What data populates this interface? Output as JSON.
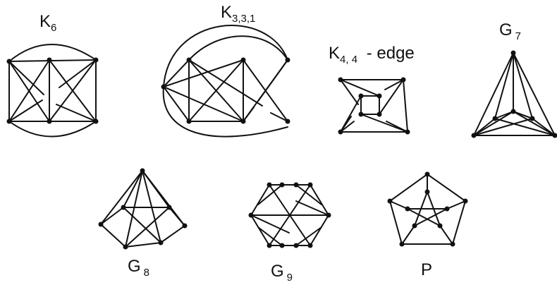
{
  "labels": {
    "k6": {
      "base": "K",
      "sub": "6"
    },
    "k331": {
      "base": "K",
      "sub": "3,3,1"
    },
    "k44": {
      "base": "K",
      "sub": "4, 4",
      "suffix": " - edge"
    },
    "g7": {
      "base": "G",
      "sub": "7"
    },
    "g8": {
      "base": "G",
      "sub": "8"
    },
    "g9": {
      "base": "G",
      "sub": "9"
    },
    "p": {
      "base": "P"
    }
  }
}
